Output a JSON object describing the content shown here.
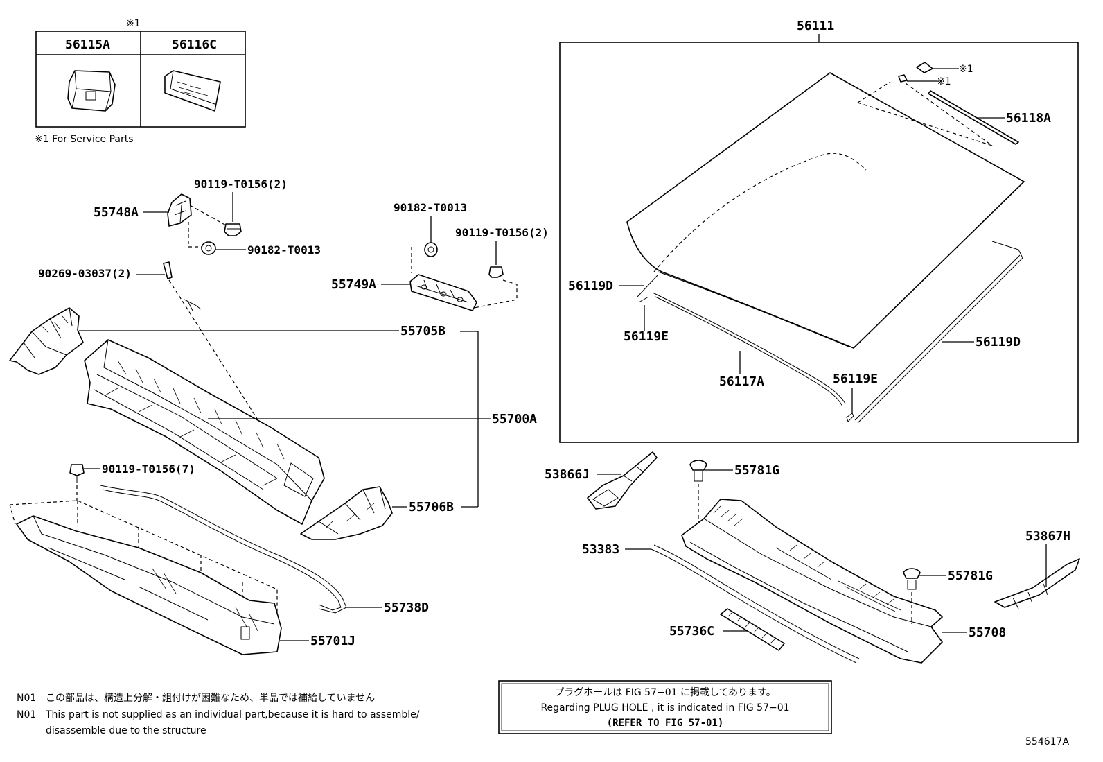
{
  "service_box": {
    "mark": "※1",
    "parts": [
      "56115A",
      "56116C"
    ],
    "footnote": "※1 For Service Parts"
  },
  "labels": {
    "p56111": "56111",
    "p56118A": "56118A",
    "mark1a": "※1",
    "mark1b": "※1",
    "p56119D_l": "56119D",
    "p56119E_l": "56119E",
    "p56117A": "56117A",
    "p56119E_b": "56119E",
    "p56119D_r": "56119D",
    "p90119_a": "90119-T0156(2)",
    "p55748A": "55748A",
    "p90182_a": "90182-T0013",
    "p90182_b": "90182-T0013",
    "p90119_b": "90119-T0156(2)",
    "p90269": "90269-03037(2)",
    "p55749A": "55749A",
    "p55705B": "55705B",
    "p55700A": "55700A",
    "p90119_c": "90119-T0156(7)",
    "p55706B": "55706B",
    "p55738D": "55738D",
    "p55701J": "55701J",
    "p53866J": "53866J",
    "p55781G_a": "55781G",
    "p53383": "53383",
    "p55781G_b": "55781G",
    "p53867H": "53867H",
    "p55736C": "55736C",
    "p55708": "55708"
  },
  "notes": {
    "n01_jp": "この部品は、構造上分解・組付けが困難なため、単品では補給していません",
    "n01_en_1": "This part is not supplied as an individual part,because it is hard to assemble/",
    "n01_en_2": "disassemble due to the structure",
    "note_code": "N01"
  },
  "plug_box": {
    "line1": "プラグホールは FIG 57−01 に掲載してあります。",
    "line2": "Regarding  PLUG  HOLE , it is indicated in FIG  57−01",
    "line3": "(REFER  TO  FIG 57-01)"
  },
  "figure_id": "554617A"
}
